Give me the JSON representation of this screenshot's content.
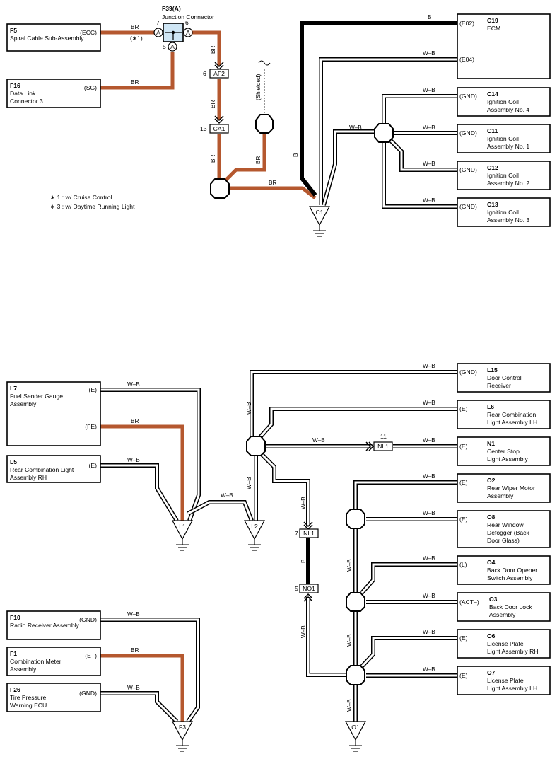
{
  "wire_colors": {
    "BR": "#b5582f",
    "B": "#000000",
    "W-B": "#000000"
  },
  "components": {
    "F5": {
      "id": "F5",
      "name": "Spiral Cable Sub-Assembly",
      "pin": "(ECC)"
    },
    "F16": {
      "id": "F16",
      "name1": "Data Link",
      "name2": "Connector 3",
      "pin": "(SG)"
    },
    "F39": {
      "id": "F39(A)",
      "name": "Junction Connector",
      "pin7": "7",
      "pin6": "6",
      "pin5": "5",
      "terminal": "A"
    },
    "C19": {
      "id": "C19",
      "name": "ECM",
      "pin_e02": "(E02)",
      "pin_e04": "(E04)"
    },
    "C14": {
      "id": "C14",
      "name1": "Ignition Coil",
      "name2": "Assembly No. 4",
      "pin": "(GND)"
    },
    "C11": {
      "id": "C11",
      "name1": "Ignition Coil",
      "name2": "Assembly No. 1",
      "pin": "(GND)"
    },
    "C12": {
      "id": "C12",
      "name1": "Ignition Coil",
      "name2": "Assembly No. 2",
      "pin": "(GND)"
    },
    "C13": {
      "id": "C13",
      "name1": "Ignition Coil",
      "name2": "Assembly No. 3",
      "pin": "(GND)"
    },
    "L7": {
      "id": "L7",
      "name1": "Fuel Sender Gauge",
      "name2": "Assembly",
      "pin_e": "(E)",
      "pin_fe": "(FE)"
    },
    "L5": {
      "id": "L5",
      "name1": "Rear Combination Light",
      "name2": "Assembly RH",
      "pin": "(E)"
    },
    "L15": {
      "id": "L15",
      "name1": "Door Control",
      "name2": "Receiver",
      "pin": "(GND)"
    },
    "L6": {
      "id": "L6",
      "name1": "Rear Combination",
      "name2": "Light Assembly LH",
      "pin": "(E)"
    },
    "N1": {
      "id": "N1",
      "name1": "Center Stop",
      "name2": "Light Assembly",
      "pin": "(E)"
    },
    "O2": {
      "id": "O2",
      "name1": "Rear Wiper Motor",
      "name2": "Assembly",
      "pin": "(E)"
    },
    "O8": {
      "id": "O8",
      "name1": "Rear Window",
      "name2": "Defogger (Back",
      "name3": "Door Glass)",
      "pin": "(E)"
    },
    "O4": {
      "id": "O4",
      "name1": "Back Door Opener",
      "name2": "Switch Assembly",
      "pin": "(L)"
    },
    "O3": {
      "id": "O3",
      "name1": "Back Door Lock",
      "name2": "Assembly",
      "pin": "(ACT–)"
    },
    "O6": {
      "id": "O6",
      "name1": "License Plate",
      "name2": "Light Assembly RH",
      "pin": "(E)"
    },
    "O7": {
      "id": "O7",
      "name1": "License Plate",
      "name2": "Light Assembly LH",
      "pin": "(E)"
    },
    "F10": {
      "id": "F10",
      "name": "Radio Receiver Assembly",
      "pin": "(GND)"
    },
    "F1": {
      "id": "F1",
      "name1": "Combination Meter",
      "name2": "Assembly",
      "pin": "(ET)"
    },
    "F26": {
      "id": "F26",
      "name1": "Tire Pressure",
      "name2": "Warning ECU",
      "pin": "(GND)"
    }
  },
  "connectors": {
    "AF2": {
      "label": "AF2",
      "pin": "6"
    },
    "CA1": {
      "label": "CA1",
      "pin": "13"
    },
    "NL1a": {
      "label": "NL1",
      "pin": "11"
    },
    "NL1b": {
      "label": "NL1",
      "pin": "7"
    },
    "NO1": {
      "label": "NO1",
      "pin": "5"
    }
  },
  "grounds": {
    "C1": "C1",
    "L1": "L1",
    "L2": "L2",
    "F3": "F3",
    "O1": "O1"
  },
  "wire_labels": {
    "br": "BR",
    "b": "B",
    "wb": "W–B",
    "shielded": "(Shielded)",
    "star1": "(∗1)"
  },
  "notes": {
    "note1": "∗ 1 : w/ Cruise Control",
    "note3": "∗ 3 : w/ Daytime Running Light"
  }
}
